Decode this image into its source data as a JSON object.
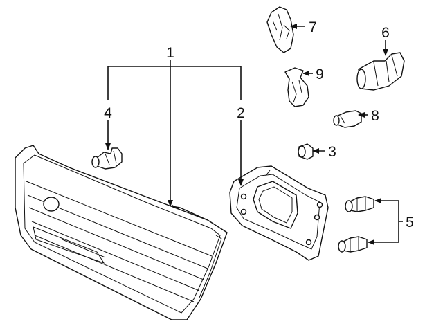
{
  "callouts": [
    {
      "label": "1"
    },
    {
      "label": "2"
    },
    {
      "label": "3"
    },
    {
      "label": "4"
    },
    {
      "label": "5"
    },
    {
      "label": "6"
    },
    {
      "label": "7"
    },
    {
      "label": "8"
    },
    {
      "label": "9"
    }
  ],
  "colors": {
    "line": "#111111",
    "background": "#ffffff",
    "part_shade": "#e6e6e6"
  }
}
